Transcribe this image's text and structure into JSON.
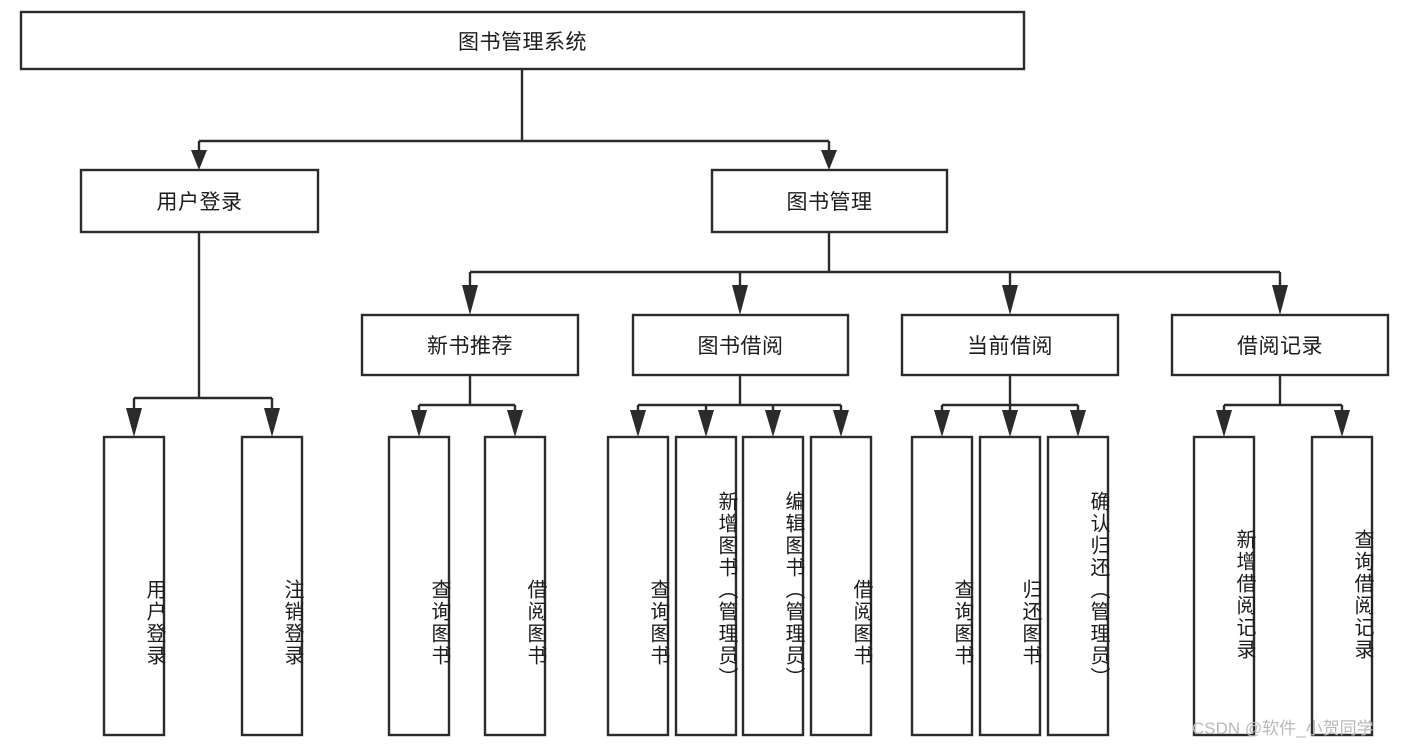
{
  "diagram": {
    "type": "tree-hierarchy-chart",
    "title": "图书管理系统",
    "orientation": "top-down",
    "colors": {
      "box_stroke": "#2b2b2b",
      "box_fill": "#ffffff",
      "text": "#1c1c1c",
      "background": "#ffffff",
      "watermark": "#b9b9b9"
    },
    "root": {
      "label": "图书管理系统"
    },
    "level2": [
      {
        "label": "用户登录"
      },
      {
        "label": "图书管理"
      }
    ],
    "level3": [
      {
        "label": "新书推荐"
      },
      {
        "label": "图书借阅"
      },
      {
        "label": "当前借阅"
      },
      {
        "label": "借阅记录"
      }
    ],
    "leaves": {
      "user_login": [
        {
          "label": "用户登录"
        },
        {
          "label": "注销登录"
        }
      ],
      "new_book_recommend": [
        {
          "label": "查询图书"
        },
        {
          "label": "借阅图书"
        }
      ],
      "book_borrow": [
        {
          "label": "查询图书"
        },
        {
          "label": "新增图书（管理员）"
        },
        {
          "label": "编辑图书（管理员）"
        },
        {
          "label": "借阅图书"
        }
      ],
      "current_borrow": [
        {
          "label": "查询图书"
        },
        {
          "label": "归还图书"
        },
        {
          "label": "确认归还（管理员）"
        }
      ],
      "borrow_record": [
        {
          "label": "新增借阅记录"
        },
        {
          "label": "查询借阅记录"
        }
      ]
    }
  },
  "watermark": {
    "text": "CSDN @软件_小贺同学"
  }
}
